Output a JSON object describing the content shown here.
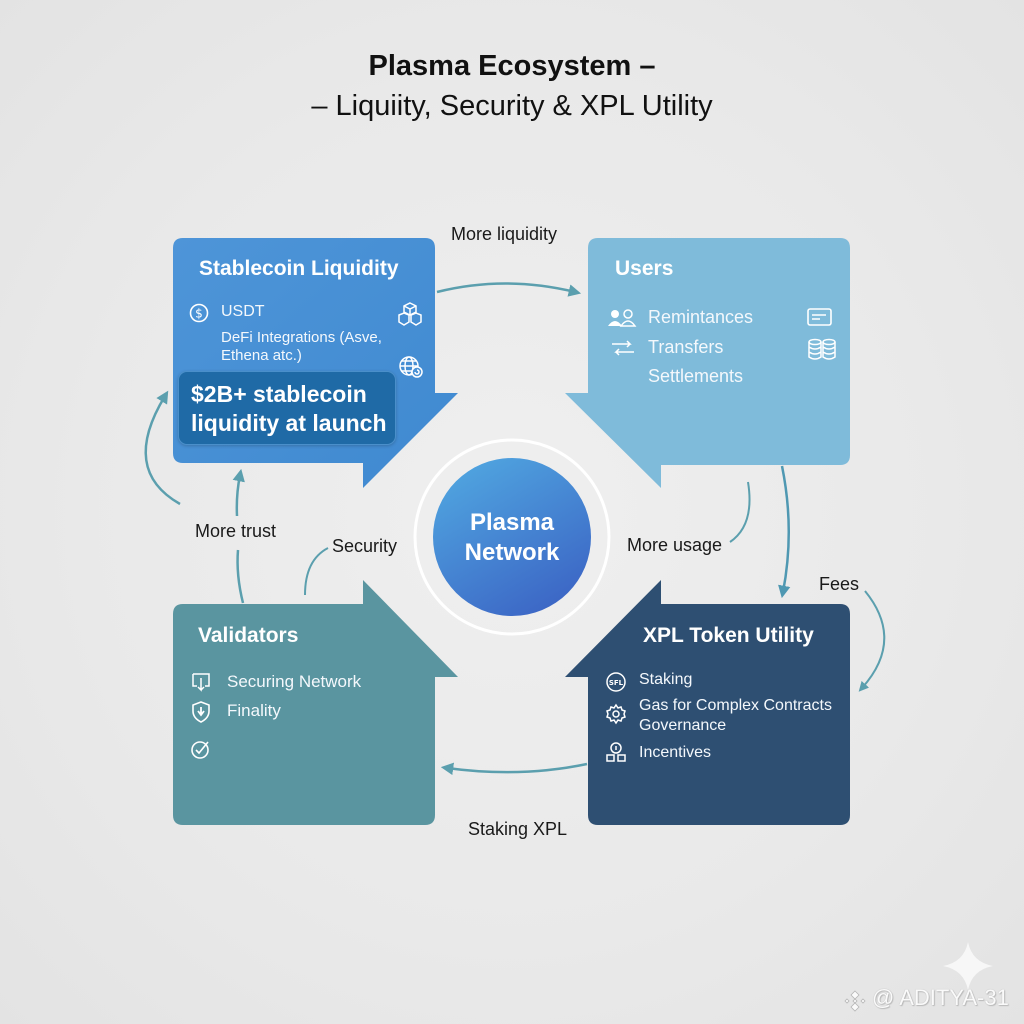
{
  "title": {
    "line1": "Plasma Ecosystem –",
    "line2": "– Liquiity, Security & XPL Utility"
  },
  "center": {
    "line1": "Plasma",
    "line2": "Network",
    "color": "#3f8fd9"
  },
  "boxes": {
    "stablecoin": {
      "title": "Stablecoin Liquidity",
      "color": "#4b92d6",
      "items": [
        {
          "icon": "dollar-circle-icon",
          "label": "USDT"
        },
        {
          "icon": "none",
          "label": "DeFi Integrations (Asve,"
        },
        {
          "icon": "none",
          "label": "Ethena atc.)"
        }
      ],
      "side_icons": [
        "cubes-icon",
        "globe-icon"
      ],
      "highlight_line1": "$2B+ stablecoin",
      "highlight_line2": "liquidity at launch"
    },
    "users": {
      "title": "Users",
      "color": "#7fbbda",
      "items": [
        {
          "icon": "users-icon",
          "label": "Remintances"
        },
        {
          "icon": "transfer-arrows-icon",
          "label": "Transfers"
        },
        {
          "icon": "none",
          "label": "Settlements"
        }
      ],
      "side_icons": [
        "message-card-icon",
        "coins-icon"
      ]
    },
    "validators": {
      "title": "Validators",
      "color": "#5a95a0",
      "items": [
        {
          "icon": "network-download-icon",
          "label": "Securing Network"
        },
        {
          "icon": "shield-icon",
          "label": "Finality"
        },
        {
          "icon": "check-circle-icon",
          "label": ""
        }
      ]
    },
    "xpl": {
      "title": "XPL Token Utility",
      "color": "#2e4f72",
      "items": [
        {
          "icon": "xpl-coin-icon",
          "label": "Staking"
        },
        {
          "icon": "gear-icon",
          "label": "Gas for Complex Contracts"
        },
        {
          "icon": "none",
          "label": "Governance"
        },
        {
          "icon": "incentives-icon",
          "label": "Incentives"
        }
      ]
    }
  },
  "flows": {
    "more_liquidity": "More liquidity",
    "more_usage": "More usage",
    "fees": "Fees",
    "staking_xpl": "Staking XPL",
    "security": "Security",
    "more_trust": "More trust",
    "arrow_color": "#5b9fae"
  },
  "watermark": "@ ADITYA-31"
}
